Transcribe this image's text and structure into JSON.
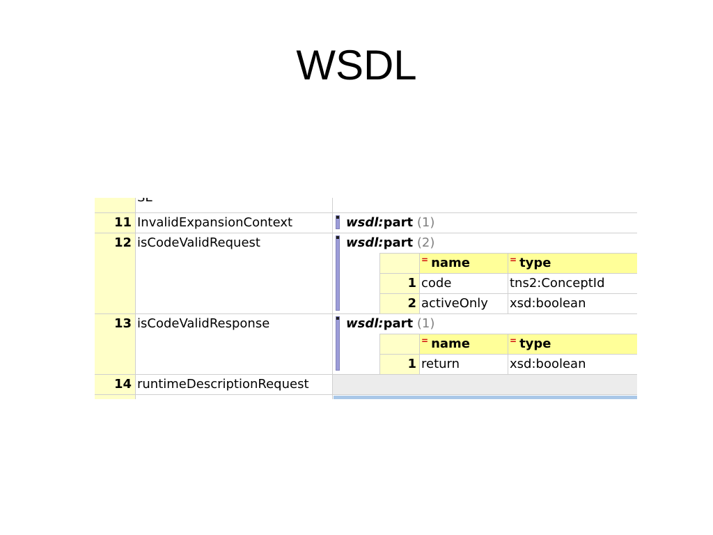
{
  "slide": {
    "title": "WSDL"
  },
  "grid": {
    "partial_top_text": "SE",
    "rows": [
      {
        "num": "11",
        "name": "InvalidExpansionContext",
        "element": "part",
        "ns": "wsdl:",
        "count": "(1)"
      },
      {
        "num": "12",
        "name": "isCodeValidRequest",
        "element": "part",
        "ns": "wsdl:",
        "count": "(2)",
        "attr_headers": [
          "name",
          "type"
        ],
        "items": [
          {
            "num": "1",
            "name": "code",
            "type": "tns2:ConceptId"
          },
          {
            "num": "2",
            "name": "activeOnly",
            "type": "xsd:boolean"
          }
        ]
      },
      {
        "num": "13",
        "name": "isCodeValidResponse",
        "element": "part",
        "ns": "wsdl:",
        "count": "(1)",
        "attr_headers": [
          "name",
          "type"
        ],
        "items": [
          {
            "num": "1",
            "name": "return",
            "type": "xsd:boolean"
          }
        ]
      },
      {
        "num": "14",
        "name": "runtimeDescriptionRequest"
      }
    ],
    "attr_marker": "=",
    "colors": {
      "row_number_bg": "#ffffc8",
      "header_bg": "#ffff99",
      "expander": "#9d9dd9",
      "grid_line": "#cfcfcf"
    }
  }
}
